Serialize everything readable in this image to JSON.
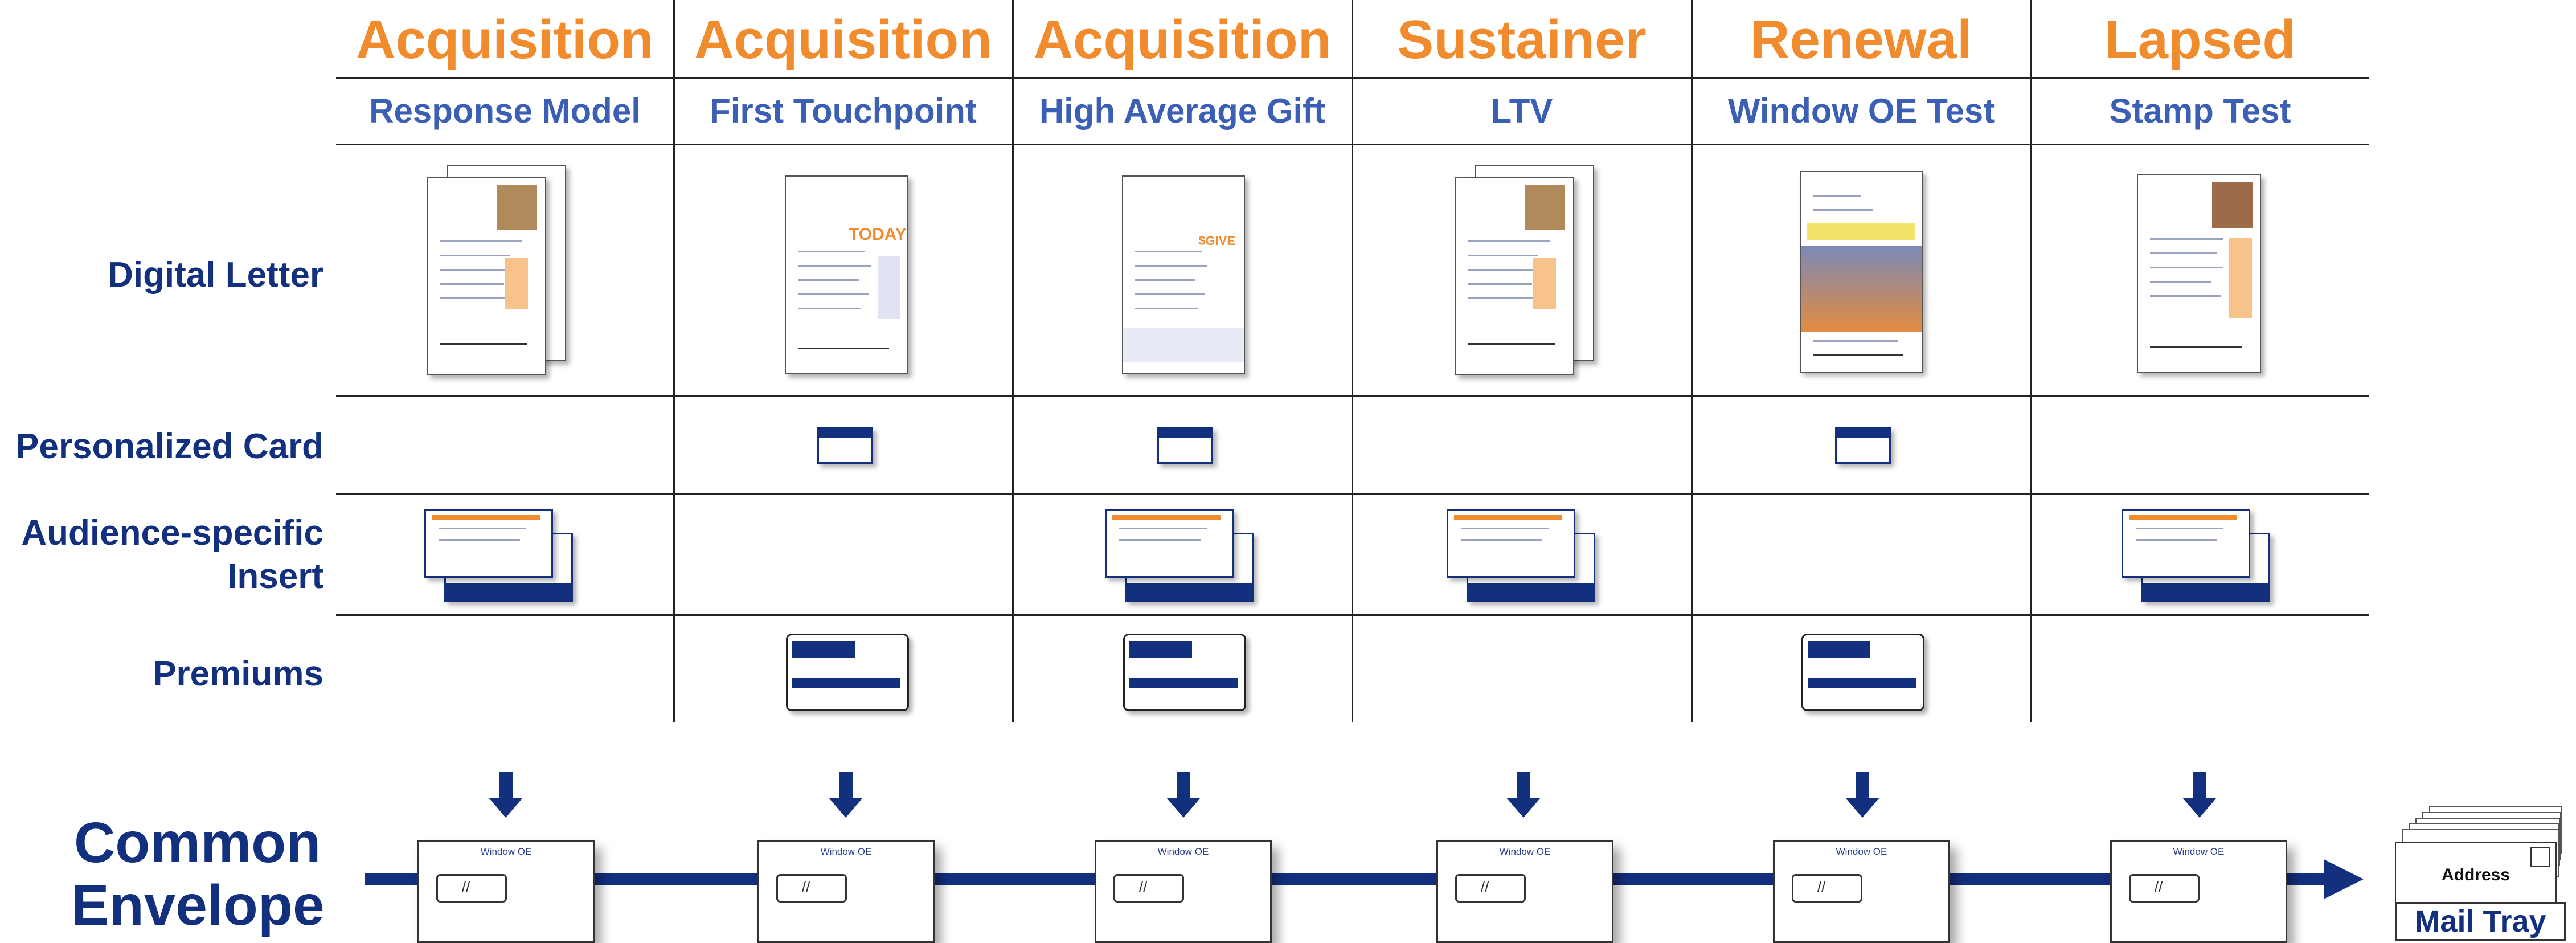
{
  "columns": [
    {
      "title": "Acquisition",
      "subtitle": "Response Model"
    },
    {
      "title": "Acquisition",
      "subtitle": "First Touchpoint"
    },
    {
      "title": "Acquisition",
      "subtitle": "High Average Gift"
    },
    {
      "title": "Sustainer",
      "subtitle": "LTV"
    },
    {
      "title": "Renewal",
      "subtitle": "Window OE Test"
    },
    {
      "title": "Lapsed",
      "subtitle": "Stamp Test"
    }
  ],
  "rows": [
    {
      "label": "Digital Letter"
    },
    {
      "label": "Personalized Card"
    },
    {
      "label_line1": "Audience-specific",
      "label_line2": "Insert"
    },
    {
      "label": "Premiums"
    }
  ],
  "common_envelope": {
    "line1": "Common",
    "line2": "Envelope"
  },
  "envelope_label": "Window OE",
  "mail_tray": {
    "address": "Address",
    "label": "Mail Tray"
  },
  "colors": {
    "title": "#f08c2e",
    "subtitle": "#3a5fb5",
    "navy": "#13307e"
  },
  "icons": [
    "letter-thumbnail",
    "card-thumbnail",
    "insert-thumbnail",
    "premium-card-thumbnail",
    "down-arrow-icon",
    "envelope-icon",
    "mail-tray-icon"
  ]
}
